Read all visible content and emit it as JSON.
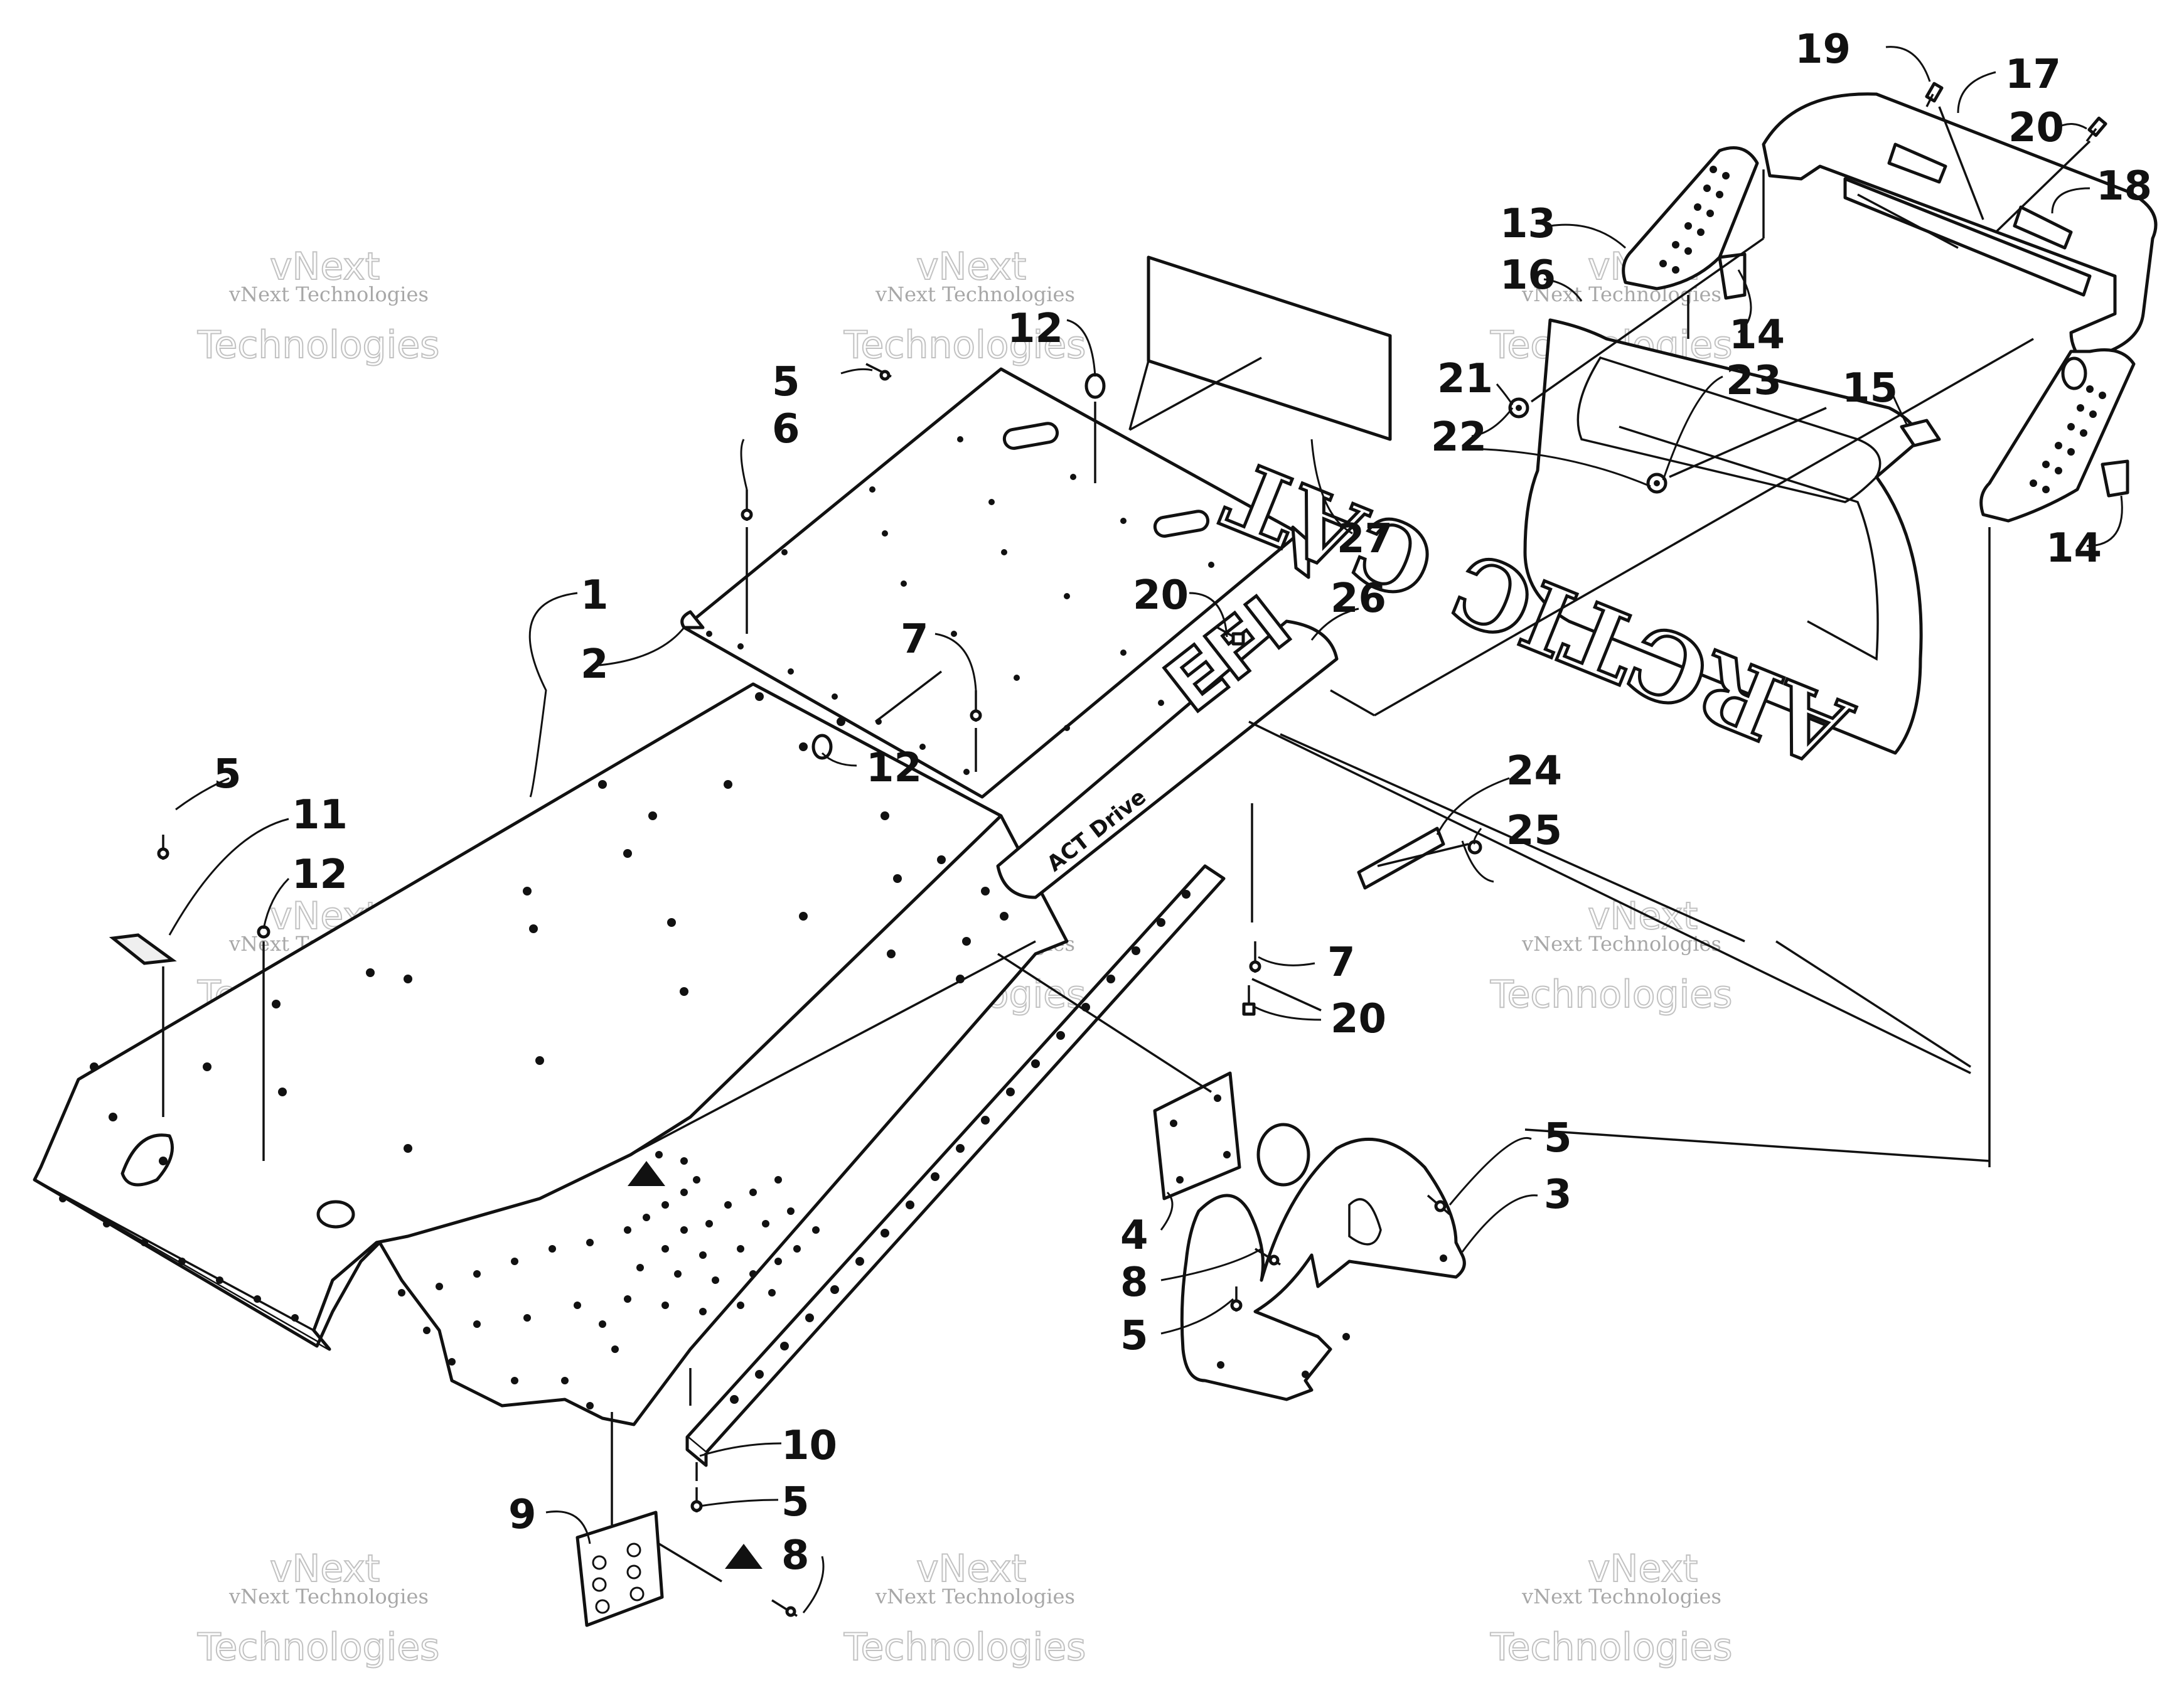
{
  "callouts": [
    {
      "text": "19"
    },
    {
      "text": "17"
    },
    {
      "text": "20"
    },
    {
      "text": "18"
    },
    {
      "text": "13"
    },
    {
      "text": "16"
    },
    {
      "text": "12"
    },
    {
      "text": "14"
    },
    {
      "text": "21"
    },
    {
      "text": "23"
    },
    {
      "text": "15"
    },
    {
      "text": "5"
    },
    {
      "text": "22"
    },
    {
      "text": "6"
    },
    {
      "text": "14"
    },
    {
      "text": "27"
    },
    {
      "text": "1"
    },
    {
      "text": "20"
    },
    {
      "text": "26"
    },
    {
      "text": "7"
    },
    {
      "text": "2"
    },
    {
      "text": "5"
    },
    {
      "text": "12"
    },
    {
      "text": "24"
    },
    {
      "text": "11"
    },
    {
      "text": "25"
    },
    {
      "text": "12"
    },
    {
      "text": "7"
    },
    {
      "text": "20"
    },
    {
      "text": "5"
    },
    {
      "text": "3"
    },
    {
      "text": "4"
    },
    {
      "text": "8"
    },
    {
      "text": "5"
    },
    {
      "text": "10"
    },
    {
      "text": "9"
    },
    {
      "text": "5"
    },
    {
      "text": "8"
    }
  ],
  "part_labels": {
    "flap_text": "ARCTIC CAT",
    "efi_text": "EFI",
    "rail_badge": "ACT Drive"
  },
  "watermark": {
    "line1": "vNext Technologies",
    "line2": "Technologies",
    "line3": "vNext"
  }
}
